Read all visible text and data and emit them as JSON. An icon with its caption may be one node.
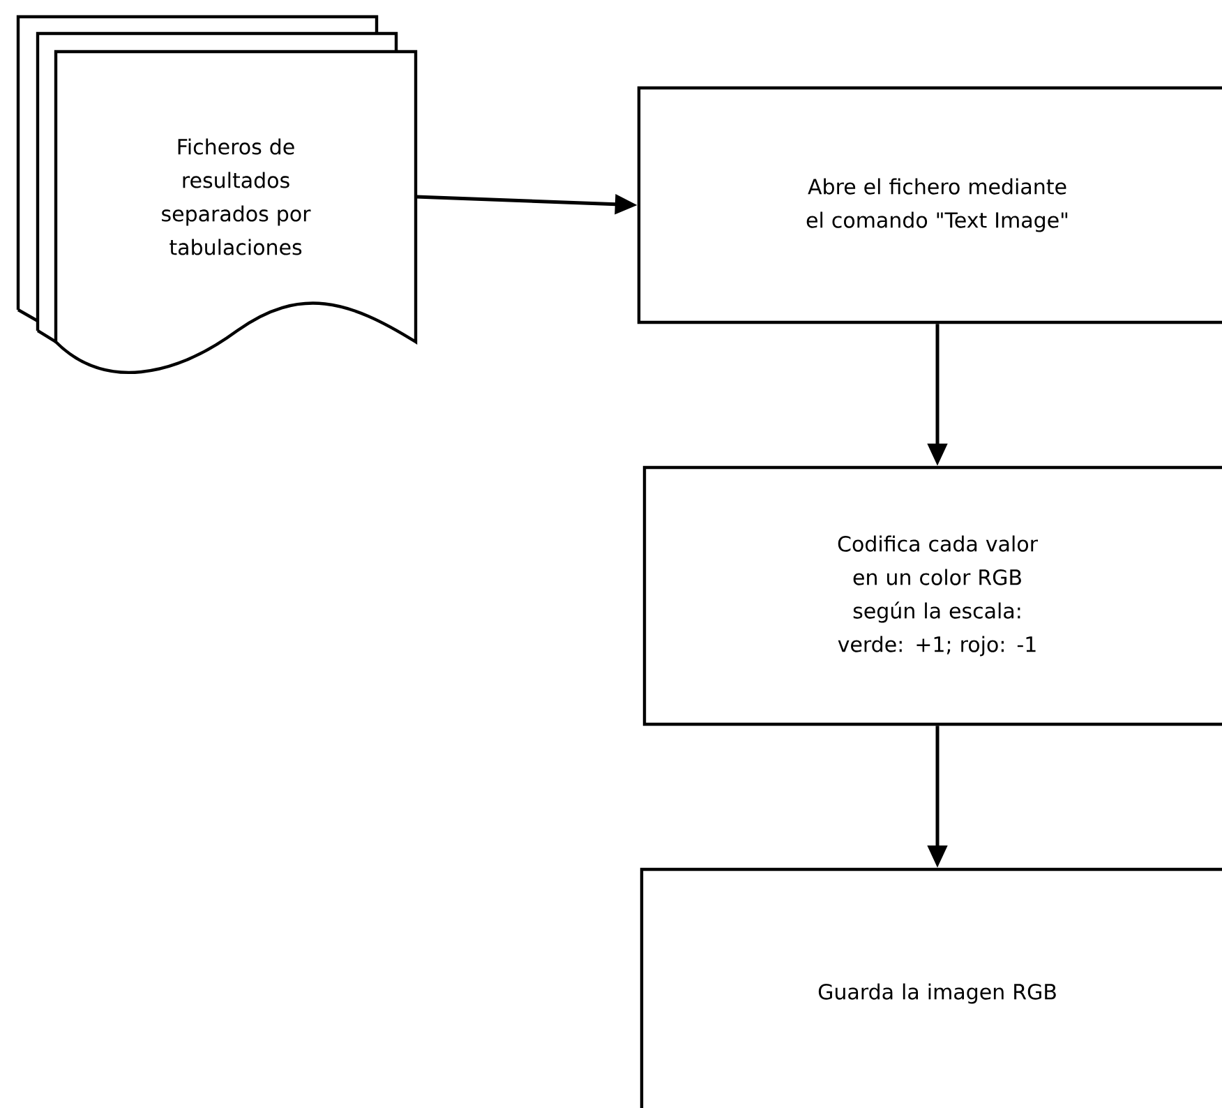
{
  "diagram": {
    "nodes": [
      {
        "text": [
          "Ficheros de resultados separados por tabulaciones"
        ]
      },
      {
        "text": [
          "Abre el fichero mediante el comando \"Text Image\""
        ]
      },
      {
        "text": [
          "Codifica cada valor en un color RGB según la escala: verde: +1; rojo: -1"
        ]
      },
      {
        "text": [
          "Guarda la imagen RGB"
        ]
      }
    ],
    "edges": [
      {
        "from": 0,
        "to": 1,
        "arrow": "to"
      },
      {
        "from": 1,
        "to": 2,
        "arrow": "to"
      },
      {
        "from": 2,
        "to": 3,
        "arrow": "to"
      }
    ]
  }
}
